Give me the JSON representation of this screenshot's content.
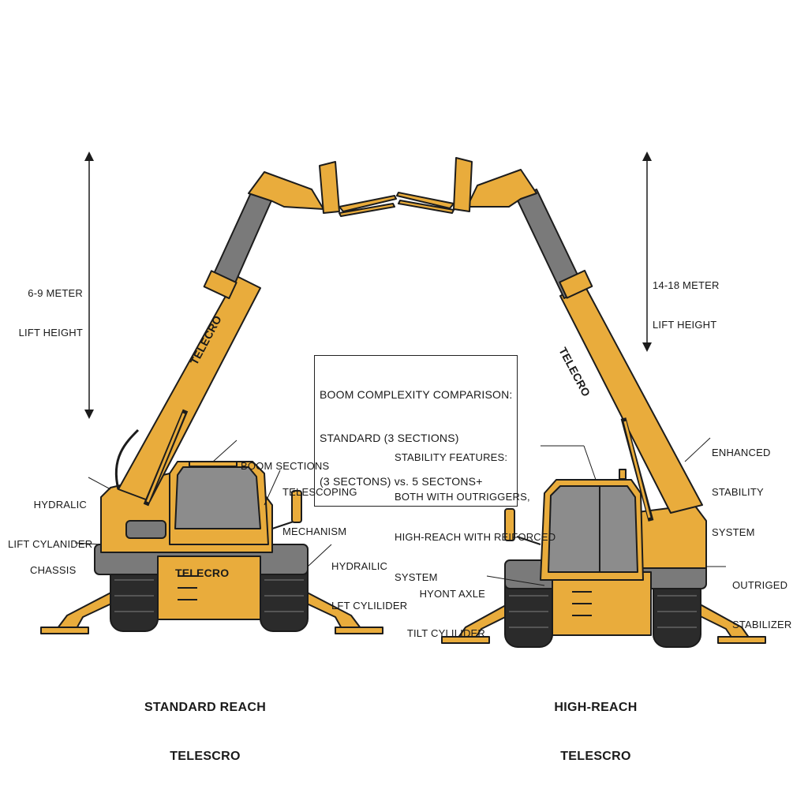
{
  "colors": {
    "machine_yellow": "#e9ac3c",
    "machine_dark_yellow": "#c98c22",
    "boom_gray": "#7a7a7a",
    "tire_black": "#2b2b2b",
    "outline": "#1c1c1c",
    "glass": "#8c8c8c"
  },
  "left_machine": {
    "title_line1": "STANDARD REACH",
    "title_line2": "TELESCRO",
    "brand_boom": "TELECRO",
    "brand_body": "TELECRO",
    "height_line1": "6-9 METER",
    "height_line2": "LIFT HEIGHT",
    "labels": {
      "boom_sections": "BOOM SECTIONS",
      "telescoping_line1": "TELESCOPING",
      "telescoping_line2": "MECHANISM",
      "hydralic_lift_line1": "HYDRALIC",
      "hydralic_lift_line2": "LIFT CYLANIDER",
      "chassis": "CHASSIS",
      "hydrailic_line1": "HYDRAILIC",
      "hydrailic_line2": "LFT CYLILIDER"
    }
  },
  "right_machine": {
    "title_line1": "HIGH-REACH",
    "title_line2": "TELESCRO",
    "brand_boom": "TELECRO",
    "height_line1": "14-18 METER",
    "height_line2": "LIFT HEIGHT",
    "labels": {
      "enhanced_line1": "ENHANCED",
      "enhanced_line2": "STABILITY",
      "enhanced_line3": "SYSTEM",
      "outriged_line1": "OUTRIGED",
      "outriged_line2": "STABILIZER",
      "hyont_line1": "HYONT AXLE",
      "hyont_line2": "TILT CYLILIDER"
    }
  },
  "comparison_box": {
    "line1": "BOOM COMPLEXITY COMPARISON:",
    "line2": "STANDARD (3 SECTIONS)",
    "line3": "(3 SECTONS) vs. 5 SECTONS+"
  },
  "stability": {
    "line1": "STABILITY FEATURES:",
    "line2": "BOTH WITH OUTRIGGERS,",
    "line3": "HIGH-REACH WITH REIFORCED",
    "line4": "SYSTEM"
  }
}
